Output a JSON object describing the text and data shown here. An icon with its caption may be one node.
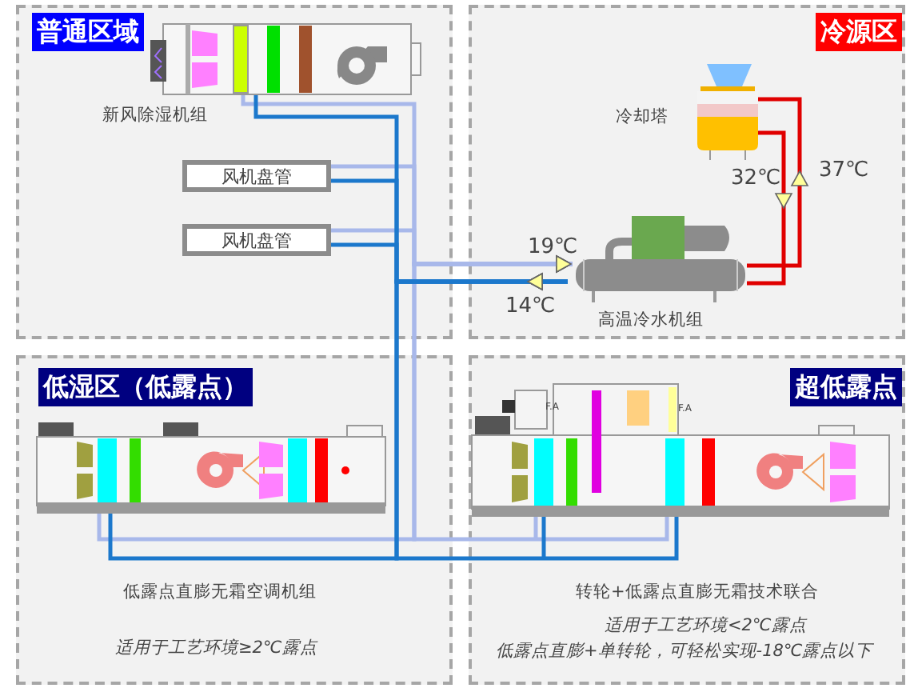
{
  "diagram": {
    "nodes": [
      {
        "text": [
          "普通区域"
        ]
      },
      {
        "text": [
          "冷源区"
        ]
      },
      {
        "text": [
          "低湿区（低露点）"
        ]
      },
      {
        "text": [
          "超低露点"
        ]
      },
      {
        "text": [
          "新风除湿机组"
        ],
        "in": 0
      },
      {
        "text": [
          "风机盘管"
        ],
        "in": 0
      },
      {
        "text": [
          "风机盘管"
        ],
        "in": 0
      },
      {
        "text": [
          "冷却塔"
        ],
        "in": 1
      },
      {
        "text": [
          "高温冷水机组"
        ],
        "in": 1
      },
      {
        "text": [
          "低露点直膨无霜空调机组"
        ],
        "in": 2
      },
      {
        "text": [
          "转轮+低露点直膨无霜技术联合"
        ],
        "in": 3
      }
    ],
    "edges": [
      {
        "from": 7,
        "to": 8,
        "arrow": "to",
        "label": "32℃",
        "color": "#e00000"
      },
      {
        "from": 8,
        "to": 7,
        "arrow": "to",
        "label": "37℃",
        "color": "#e00000"
      },
      {
        "from": 4,
        "to": 8,
        "arrow": "to",
        "color": "#a8b8ea"
      },
      {
        "from": 5,
        "to": 8,
        "arrow": "to",
        "color": "#a8b8ea"
      },
      {
        "from": 6,
        "to": 8,
        "arrow": "to",
        "color": "#a8b8ea"
      },
      {
        "from": 9,
        "to": 8,
        "arrow": "to",
        "color": "#a8b8ea"
      },
      {
        "from": 10,
        "to": 8,
        "arrow": "to",
        "color": "#a8b8ea"
      },
      {
        "from": 8,
        "to": 4,
        "arrow": "to",
        "color": "#1c78cc"
      },
      {
        "from": 8,
        "to": 5,
        "arrow": "to",
        "color": "#1c78cc"
      },
      {
        "from": 8,
        "to": 6,
        "arrow": "to",
        "color": "#1c78cc"
      },
      {
        "from": 8,
        "to": 9,
        "arrow": "to",
        "color": "#1c78cc"
      },
      {
        "from": 8,
        "to": 10,
        "arrow": "to",
        "color": "#1c78cc"
      }
    ],
    "labels": [
      "19℃",
      "14℃",
      "F.A",
      "F.A",
      "适用于工艺环境≥2℃露点",
      "适用于工艺环境<2℃露点",
      "低露点直膨+单转轮，可轻松实现-18℃露点以下"
    ]
  }
}
